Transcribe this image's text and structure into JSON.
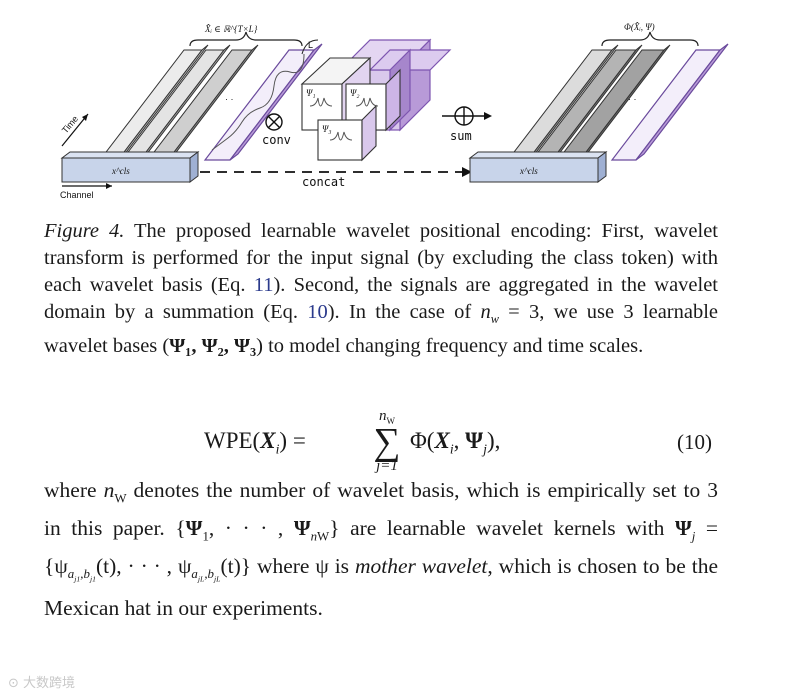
{
  "figure": {
    "top_label": "X̂ᵢ ∈ ℝ^{T×L}",
    "right_label": "Φ(X̂ᵢ, Ψ)",
    "time_label": "Time",
    "channel_label": "Channel",
    "cls_left": "x^cls",
    "cls_right": "x^cls",
    "op_conv": "conv",
    "op_sum": "sum",
    "op_concat": "concat",
    "L_label": "L",
    "psi1": "Ψ₁",
    "psi2": "Ψ₂",
    "psi3": "Ψ₃",
    "dots": "· ·"
  },
  "caption": {
    "label": "Figure 4.",
    "text_1": " The proposed learnable wavelet positional encoding: First, wavelet transform is performed for the input signal (by excluding the class token) with each wavelet basis (Eq. ",
    "ref_1": "11",
    "text_2": "). Second, the signals are aggregated in the wavelet domain by a summation (Eq. ",
    "ref_2": "10",
    "text_3": "). In the case of ",
    "nw": "n",
    "nw_sub": "w",
    "text_4": " = 3, we use 3 learnable wavelet bases (",
    "bases": "Ψ₁, Ψ₂, Ψ₃",
    "text_5": ") to model changing frequency and time scales."
  },
  "equation": {
    "lhs": "WPE(",
    "lhs_var": "X",
    "lhs_sub": "i",
    "eq": ") = ",
    "sum_top": "n",
    "sum_top_sub": "W",
    "sum_sym": "∑",
    "sum_bot": "j=1",
    "rhs_1": "Φ(",
    "rhs_var": "X",
    "rhs_sub": "i",
    "rhs_2": ", ",
    "rhs_psi": "Ψ",
    "rhs_psi_sub": "j",
    "rhs_3": "),",
    "number": "(10)"
  },
  "body": {
    "t1": "where ",
    "nW": "n",
    "nW_sub": "W",
    "t2": " denotes the number of wavelet basis, which is empirically set to 3 in this paper. {",
    "set_1": "Ψ",
    "set_1_sub": "1",
    "set_mid": ", · · · , ",
    "set_2": "Ψ",
    "set_2_sub": "n",
    "set_2_subsub": "W",
    "t3": "} are learnable wavelet kernels with ",
    "psi_j": "Ψ",
    "psi_j_sub": "j",
    "t4": " = {ψ",
    "a1": "a",
    "a1_sub": "j1",
    "b1": ",b",
    "b1_sub": "j1",
    "t5": "(t), · · · , ψ",
    "aL": "a",
    "aL_sub": "jL",
    "bL": ",b",
    "bL_sub": "jL",
    "t6": "(t)} where ψ is ",
    "mother": "mother wavelet",
    "t7": ", which is chosen to be the Mexican hat in our experiments."
  },
  "watermark": "⊙ 大数跨境",
  "colors": {
    "purple_light": "#d9c8ec",
    "purple_mid": "#b89ad8",
    "purple_dark": "#7d55b0",
    "blue_cls": "#c8d4ea",
    "gray_dark": "#8a8a8a",
    "gray_light": "#e6e6e6"
  }
}
